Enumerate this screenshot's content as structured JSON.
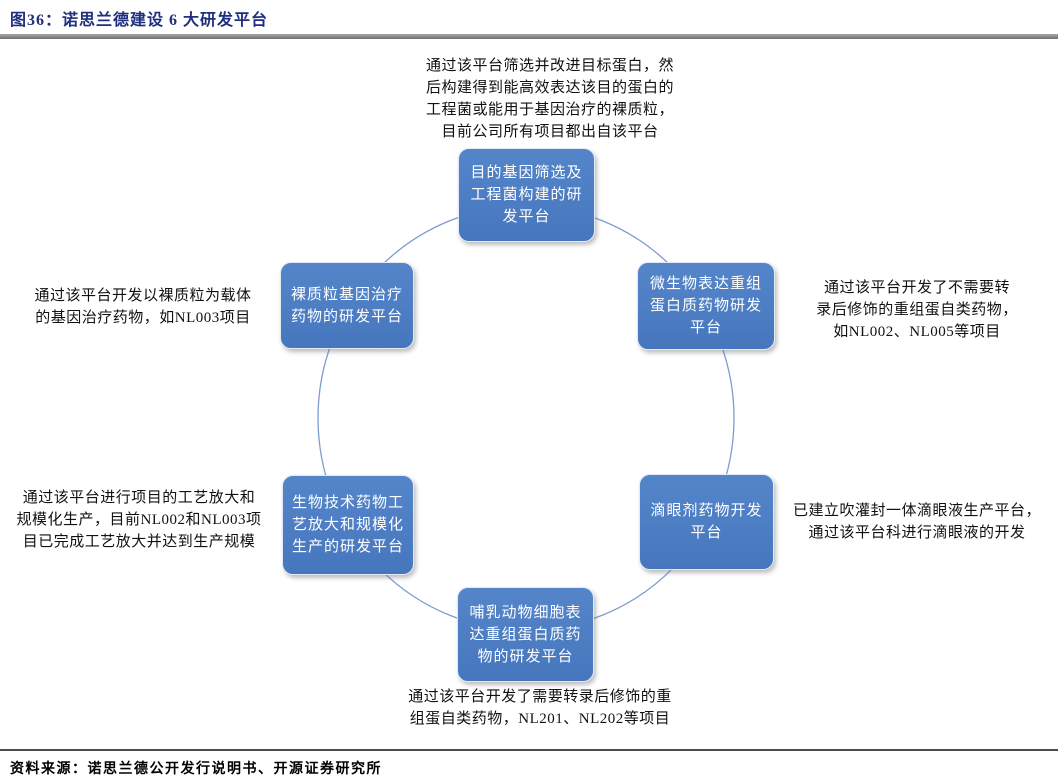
{
  "figure": {
    "title": "图36：诺思兰德建设 6 大研发平台",
    "source": "资料来源：诺思兰德公开发行说明书、开源证券研究所"
  },
  "diagram": {
    "type": "cycle",
    "accent_color": "#4a7bbf",
    "circle_color": "#7e9cd0",
    "nodes": {
      "top": {
        "label": "目的基因筛选及\n工程菌构建的研\n发平台"
      },
      "upper_right": {
        "label": "微生物表达重组\n蛋白质药物研发\n平台"
      },
      "lower_right": {
        "label": "滴眼剂药物开发\n平台"
      },
      "bottom": {
        "label": "哺乳动物细胞表\n达重组蛋白质药\n物的研发平台"
      },
      "lower_left": {
        "label": "生物技术药物工\n艺放大和规模化\n生产的研发平台"
      },
      "upper_left": {
        "label": "裸质粒基因治疗\n药物的研发平台"
      }
    },
    "annotations": {
      "top": {
        "text": "通过该平台筛选并改进目标蛋白，然\n后构建得到能高效表达该目的蛋白的\n工程菌或能用于基因治疗的裸质粒，\n目前公司所有项目都出自该平台"
      },
      "upper_right": {
        "text": "通过该平台开发了不需要转\n录后修饰的重组蛋自类药物，\n如NL002、NL005等项目"
      },
      "lower_right": {
        "text": "已建立吹灌封一体滴眼液生产平台，\n通过该平台科进行滴眼液的开发"
      },
      "bottom": {
        "text": "通过该平台开发了需要转录后修饰的重\n组蛋自类药物，NL201、NL202等项目"
      },
      "lower_left": {
        "text": "通过该平台进行项目的工艺放大和\n规模化生产，目前NL002和NL003项\n目已完成工艺放大并达到生产规模"
      },
      "upper_left": {
        "text": "通过该平台开发以裸质粒为载体\n的基因治疗药物，如NL003项目"
      }
    }
  }
}
